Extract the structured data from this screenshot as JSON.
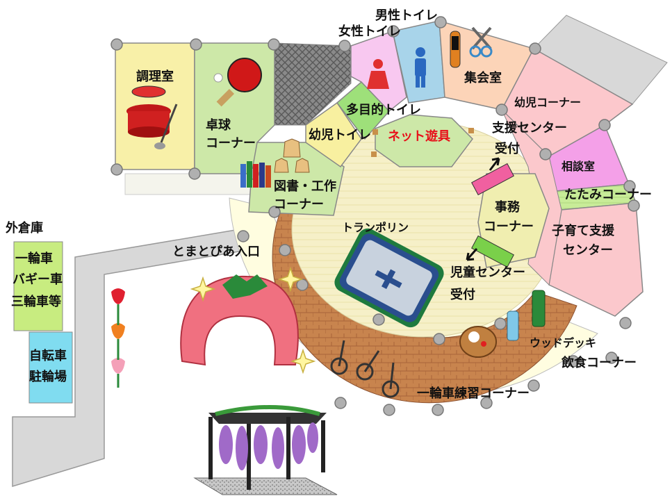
{
  "map": {
    "labels": {
      "cooking_room": "調理室",
      "table_tennis_1": "卓球",
      "table_tennis_2": "コーナー",
      "library_1": "図書・工作",
      "library_2": "コーナー",
      "womens_toilet": "女性トイレ",
      "mens_toilet": "男性トイレ",
      "multipurpose_toilet": "多目的トイレ",
      "kids_toilet": "幼児トイレ",
      "net_play": "ネット遊具",
      "assembly_room": "集会室",
      "infant_corner": "幼児コーナー",
      "support_reception_1": "支援センター",
      "support_reception_2": "受付",
      "consult_room": "相談室",
      "tatami_corner": "たたみコーナー",
      "office_1": "事務",
      "office_2": "コーナー",
      "parenting_center_1": "子育て支援",
      "parenting_center_2": "センター",
      "trampoline": "トランポリン",
      "kids_center_reception_1": "児童センター",
      "kids_center_reception_2": "受付",
      "wood_deck": "ウッドデッキ",
      "eating_corner": "飲食コーナー",
      "unicycle_practice": "一輪車練習コーナー",
      "entrance": "とまとぴあ入口",
      "outer_storage": "外倉庫",
      "storage_items_1": "一輪車",
      "storage_items_2": "バギー車",
      "storage_items_3": "三輪車等",
      "bicycle_parking_1": "自転車",
      "bicycle_parking_2": "駐輪場"
    },
    "icons": {
      "cooking": "pot-icon",
      "ping_pong": "paddle-icon",
      "books": "books-icon",
      "shogi": "shogi-icon",
      "female": "female-toilet-icon",
      "male": "male-toilet-icon",
      "tools": "scissors-icon",
      "tomato": "tomato-arch-icon",
      "bento": "bento-icon",
      "bottles": "drink-bottles-icon",
      "bikes": "unicycle-icon",
      "tulips": "tulip-icon",
      "wisteria": "wisteria-pergola-icon"
    },
    "colors": {
      "cooking": "#f8f0a8",
      "table_tennis": "#cde8a8",
      "library": "#cde8a8",
      "womens": "#f8c8f0",
      "mens": "#a8d4ea",
      "multi": "#9ee07a",
      "kids_toilet": "#f8f0a0",
      "assembly": "#fcd4b8",
      "infant": "#fcc8cc",
      "consult": "#f4a0e8",
      "tatami": "#c8ec98",
      "office": "#f0eeb0",
      "parenting": "#fbc8cc",
      "net": "#cde8a8",
      "corridor": "#fffde0",
      "brick": "#c8844e",
      "walkway": "#d8d8d8",
      "storage_top": "#c8ec80",
      "storage_bottom": "#80dcf0",
      "label_red": "#e8101a"
    }
  }
}
